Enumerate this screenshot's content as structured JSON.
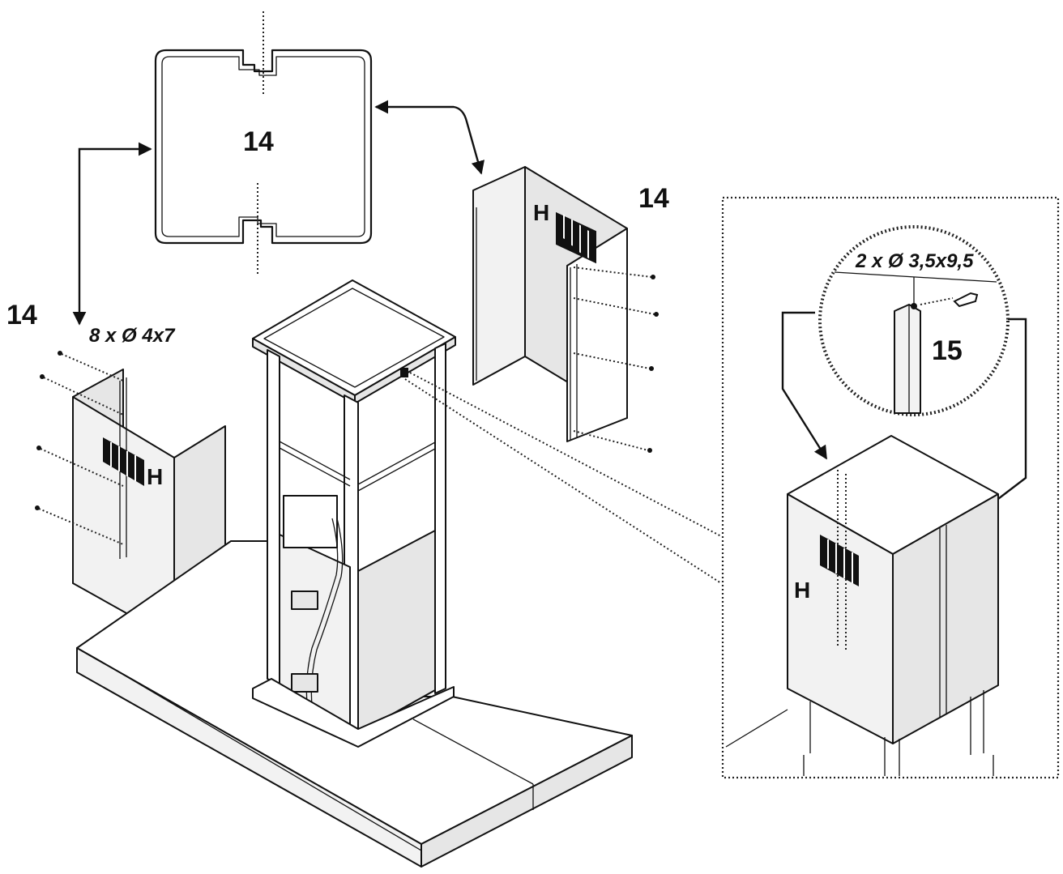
{
  "labels": {
    "part_top": "14",
    "part_right": "14",
    "part_left": "14",
    "screws_left": "8 x Ø 4x7",
    "screws_detail": "2 x Ø 3,5x9,5",
    "part_detail": "15",
    "mark_right_panel": "H",
    "mark_left_panel": "H",
    "mark_detail": "H"
  }
}
